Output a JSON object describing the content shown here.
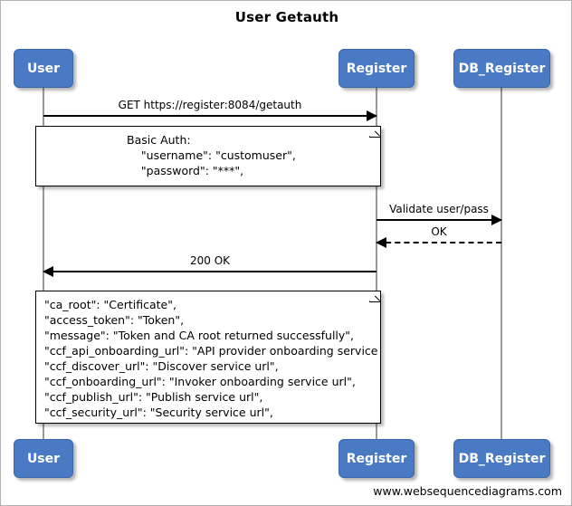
{
  "diagram": {
    "title": "User Getauth",
    "footer": "www.websequencediagrams.com",
    "accent_color": "#4a7ac4",
    "line_color": "#000000",
    "lifeline_color": "#9a9a9a"
  },
  "participants": [
    {
      "name": "User",
      "label": "User"
    },
    {
      "name": "Register",
      "label": "Register"
    },
    {
      "name": "DB_Register",
      "label": "DB_Register"
    }
  ],
  "messages": [
    {
      "label": "GET https://register:8084/getauth",
      "from": "User",
      "to": "Register",
      "style": "solid",
      "direction": "right"
    },
    {
      "label": "Validate user/pass",
      "from": "Register",
      "to": "DB_Register",
      "style": "solid",
      "direction": "right"
    },
    {
      "label": "OK",
      "from": "DB_Register",
      "to": "Register",
      "style": "dashed",
      "direction": "left"
    },
    {
      "label": "200 OK",
      "from": "Register",
      "to": "User",
      "style": "solid",
      "direction": "left"
    }
  ],
  "notes": [
    {
      "name": "basic-auth-note",
      "lines": [
        "Basic Auth:",
        "    \"username\": \"customuser\",",
        "    \"password\": \"***\","
      ]
    },
    {
      "name": "response-payload-note",
      "lines": [
        "\"ca_root\": \"Certificate\",",
        "\"access_token\": \"Token\",",
        "\"message\": \"Token and CA root returned successfully\",",
        "\"ccf_api_onboarding_url\": \"API provider onboarding service url\",",
        "\"ccf_discover_url\": \"Discover service url\",",
        "\"ccf_onboarding_url\": \"Invoker onboarding service url\",",
        "\"ccf_publish_url\": \"Publish service url\",",
        "\"ccf_security_url\": \"Security service url\","
      ]
    }
  ]
}
